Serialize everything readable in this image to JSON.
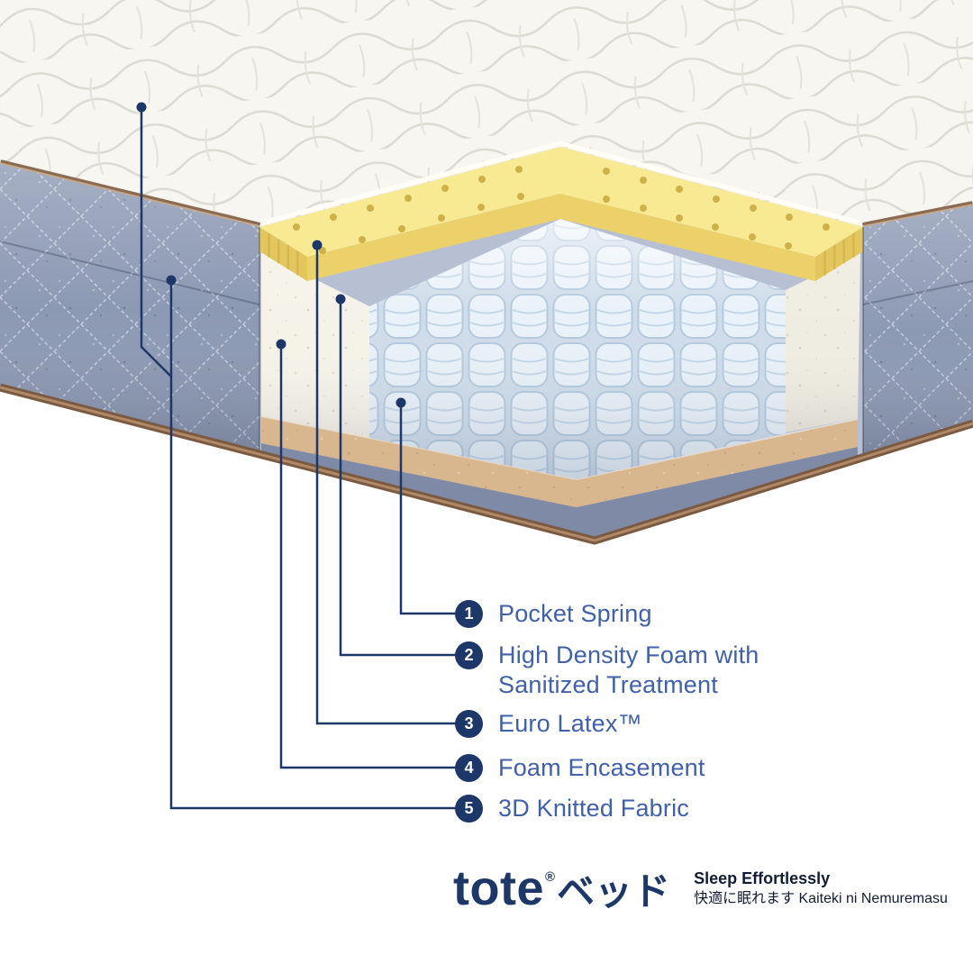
{
  "diagram": {
    "title_hint": "mattress-cutaway-layers",
    "labels": [
      {
        "number": "1",
        "text": "Pocket Spring"
      },
      {
        "number": "2",
        "text": "High Density Foam with Sanitized Treatment"
      },
      {
        "number": "3",
        "text": "Euro Latex™"
      },
      {
        "number": "4",
        "text": "Foam Encasement"
      },
      {
        "number": "5",
        "text": "3D Knitted Fabric"
      }
    ]
  },
  "branding": {
    "logo_text": "tote",
    "logo_reg_mark": "®",
    "logo_jp": "ベッド",
    "tagline_en": "Sleep Effortlessly",
    "tagline_jp": "快適に眠れます Kaiteki ni Nemuremasu"
  },
  "colors": {
    "accent_navy": "#1d3768",
    "label_blue": "#4060ab",
    "latex_yellow": "#f8ea93",
    "latex_yellow_dark": "#ecd06a",
    "fabric_grey": "#8c99b3",
    "foam_white": "#f5f2e8",
    "base_tan": "#d8b68e",
    "piping_brown": "#8b6b52",
    "spring_blue": "#eaf2f9"
  },
  "icons": [
    {
      "name": "pointer-dot",
      "shape": "filled-circle"
    },
    {
      "name": "number-badge",
      "shape": "filled-circle-with-number"
    }
  ]
}
